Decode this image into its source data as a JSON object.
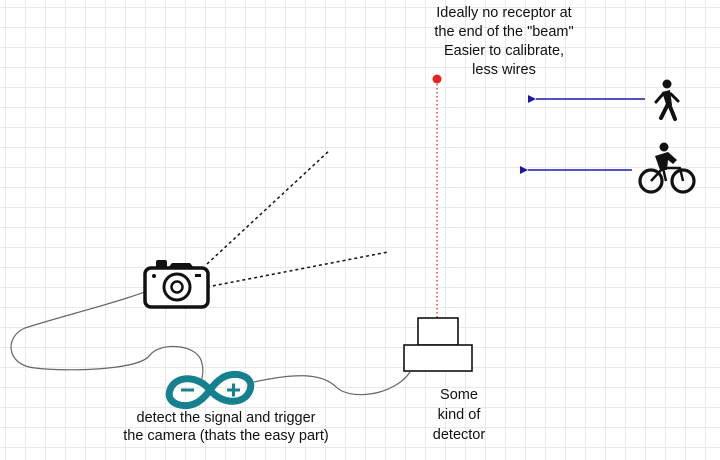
{
  "annotations": {
    "top_note": [
      "Ideally no receptor at",
      "the end of the \"beam\"",
      "Easier to calibrate,",
      "less wires"
    ],
    "arduino_note": [
      "detect the signal and trigger",
      "the camera (thats the easy part)"
    ],
    "detector_note": [
      "Some",
      "kind of",
      "detector"
    ]
  },
  "icons": {
    "pedestrian": "walking-person-icon",
    "cyclist": "bicycle-rider-icon",
    "camera": "camera-icon",
    "controller": "arduino-logo-icon",
    "detector": "detector-box-icon"
  },
  "colors": {
    "arrow": "#1a1aa6",
    "beam_dot": "#e8241c",
    "arduino_teal": "#15808e",
    "grid": "#e9e9e9",
    "wire": "#666666"
  }
}
